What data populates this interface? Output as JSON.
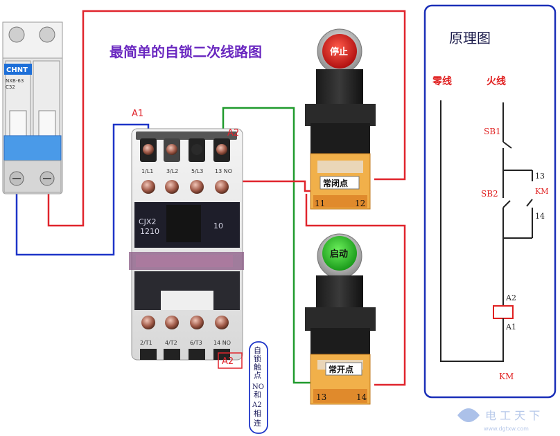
{
  "diagram": {
    "title": "最简单的自锁二次线路图",
    "breaker": {
      "brand": "CHNT",
      "model": "NXB-63",
      "rating": "C32"
    },
    "contactor": {
      "model_line1": "CJX2",
      "model_line2": "1210",
      "code": "10",
      "top_terminals": [
        "1/L1",
        "3/L2",
        "5/L3",
        "13 NO"
      ],
      "bottom_terminals": [
        "2/T1",
        "4/T2",
        "6/T3",
        "14 NO"
      ]
    },
    "labels": {
      "a1": "A1",
      "a2_top": "A2",
      "a2_bottom": "A2"
    },
    "self_lock_note": {
      "lines": [
        "自",
        "锁",
        "触",
        "点"
      ],
      "lines2": [
        "NO",
        "和",
        "A2",
        "相",
        "连"
      ]
    },
    "stop_button": {
      "cap_text": "停止",
      "contact_label": "常闭点",
      "terminal_left": "11",
      "terminal_right": "12"
    },
    "start_button": {
      "cap_text": "启动",
      "contact_label": "常开点",
      "terminal_left": "13",
      "terminal_right": "14"
    },
    "schematic": {
      "title": "原理图",
      "neutral_label": "零线",
      "live_label": "火线",
      "sb1": "SB1",
      "sb2": "SB2",
      "km_13": "13",
      "km_label": "KM",
      "km_14": "14",
      "coil_a2": "A2",
      "coil_a1": "A1",
      "coil_km": "KM"
    },
    "watermark": {
      "text": "电 工 天 下",
      "url": "www.dgtxw.com"
    },
    "colors": {
      "wire_red": "#e0242c",
      "wire_blue": "#1d34c8",
      "wire_green": "#1f9a2c",
      "title_purple": "#6a28c0",
      "schematic_red": "#e02020",
      "schematic_border": "#1a2fb8"
    }
  }
}
